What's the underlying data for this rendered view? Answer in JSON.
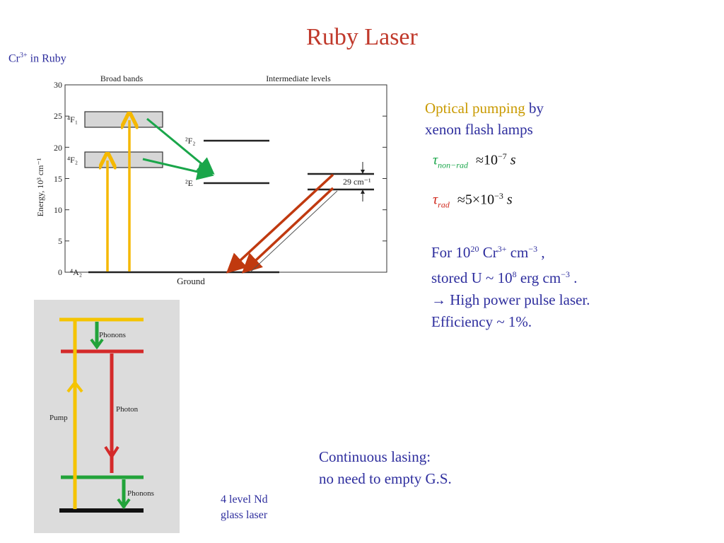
{
  "slide": {
    "title": "Ruby Laser",
    "subtitle_prefix": "Cr",
    "subtitle_sup": "3+",
    "subtitle_suffix": " in Ruby"
  },
  "energy_diagram": {
    "header_left": "Broad bands",
    "header_right": "Intermediate levels",
    "ylabel": "Energy, 10³ cm⁻¹",
    "ticks": [
      "0",
      "5",
      "10",
      "15",
      "20",
      "25",
      "30"
    ],
    "xlabel": "Ground",
    "level_4F1": "⁴F₁",
    "level_4F2": "⁴F₂",
    "level_2F2": "²F₂",
    "level_2E": "²E",
    "level_4A2": "⁴A₂",
    "splitting": "29 cm⁻¹",
    "colors": {
      "pump": "#f5b800",
      "relax": "#1aa64a",
      "emission": "#c0390f"
    }
  },
  "pumping": {
    "optical": "Optical pumping",
    "by": " by",
    "line2": "xenon flash lamps"
  },
  "tau_nonrad": {
    "symbol": "τ",
    "subscript": "non−rad",
    "approx": "≈",
    "base": "10",
    "exp": "−7",
    "unit": "s"
  },
  "tau_rad": {
    "symbol": "τ",
    "subscript": "rad",
    "approx": "≈",
    "value": "5×10",
    "exp": "−3",
    "unit": "s"
  },
  "for_block": {
    "l1_a": "For  10",
    "l1_sup1": "20",
    "l1_b": " Cr",
    "l1_sup2": "3+",
    "l1_c": " cm",
    "l1_sup3": "−3",
    "l1_d": " ,",
    "l2_a": "stored U ~ 10",
    "l2_sup1": "8",
    "l2_b": " erg cm",
    "l2_sup2": "−3",
    "l2_c": " .",
    "l3": "→ High power pulse laser.",
    "l4": "Efficiency ~ 1%."
  },
  "nd_diagram": {
    "phonons_top": "Phonons",
    "photon": "Photon",
    "pump": "Pump",
    "phonons_bottom": "Phonons"
  },
  "continuous": {
    "line1": "Continuous lasing:",
    "line2": "no need to empty G.S."
  },
  "nd_caption": {
    "line1": "4 level Nd",
    "line2": "glass laser"
  }
}
